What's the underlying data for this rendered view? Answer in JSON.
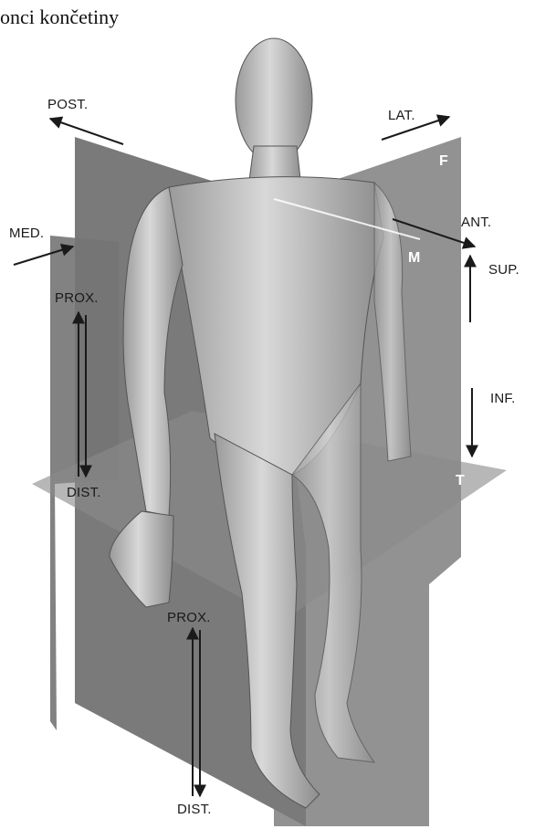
{
  "caption": "onci končetiny",
  "direction_labels": {
    "posterior": "POST.",
    "lateral": "LAT.",
    "medial": "MED.",
    "anterior": "ANT.",
    "superior": "SUP.",
    "inferior": "INF.",
    "proximal_upper": "PROX.",
    "distal_upper": "DIST.",
    "proximal_lower": "PROX.",
    "distal_lower": "DIST."
  },
  "plane_labels": {
    "frontal": "F",
    "median": "M",
    "transverse": "T"
  },
  "colors": {
    "plane_gray": "#6f6f6f",
    "figure_skin": "#b8b8b8",
    "arrow": "#1a1a1a",
    "plane_label": "#ffffff"
  }
}
